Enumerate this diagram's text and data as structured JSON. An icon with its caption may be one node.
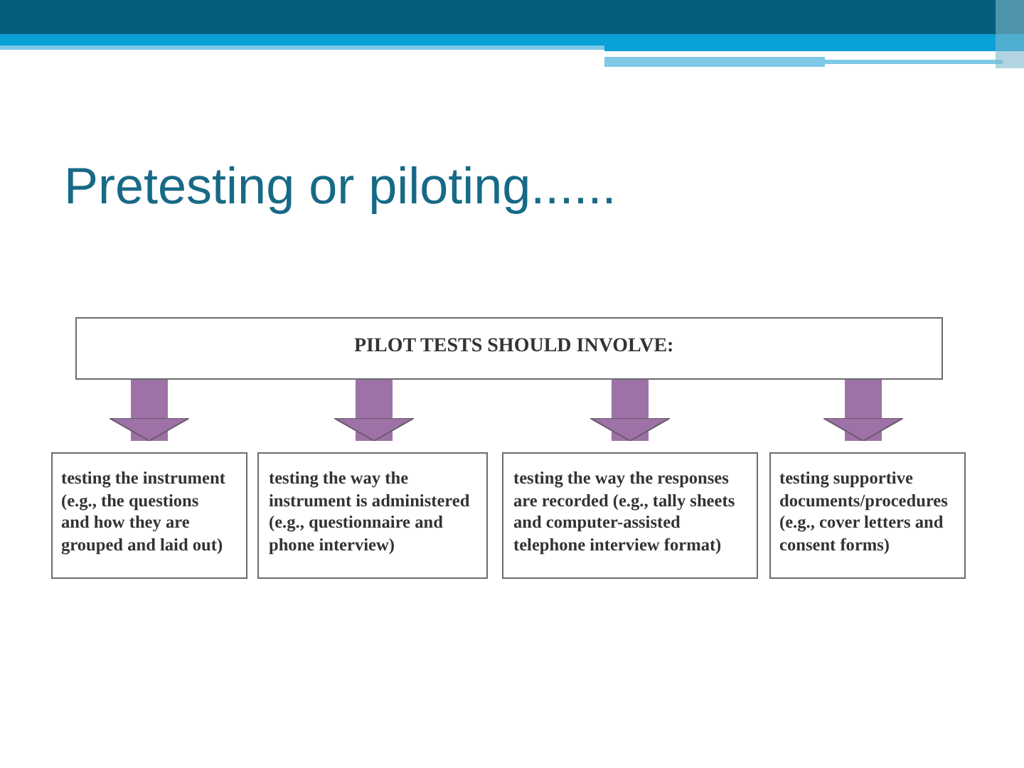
{
  "diagram": {
    "title": "Pretesting or piloting......",
    "nodes": [
      {
        "text": [
          "PILOT TESTS SHOULD INVOLVE:"
        ]
      },
      {
        "text": [
          "testing the instrument (e.g., the questions and how they are grouped and laid out)"
        ]
      },
      {
        "text": [
          "testing the way the instrument is administered (e.g., questionnaire and phone interview)"
        ]
      },
      {
        "text": [
          "testing the way the responses are recorded (e.g., tally sheets and computer-assisted telephone interview format)"
        ]
      },
      {
        "text": [
          "testing supportive documents/procedures (e.g., cover letters and consent forms)"
        ]
      }
    ],
    "edges": [
      {
        "from": 0,
        "to": 1,
        "arrow": "to"
      },
      {
        "from": 0,
        "to": 2,
        "arrow": "to"
      },
      {
        "from": 0,
        "to": 3,
        "arrow": "to"
      },
      {
        "from": 0,
        "to": 4,
        "arrow": "to"
      }
    ]
  }
}
